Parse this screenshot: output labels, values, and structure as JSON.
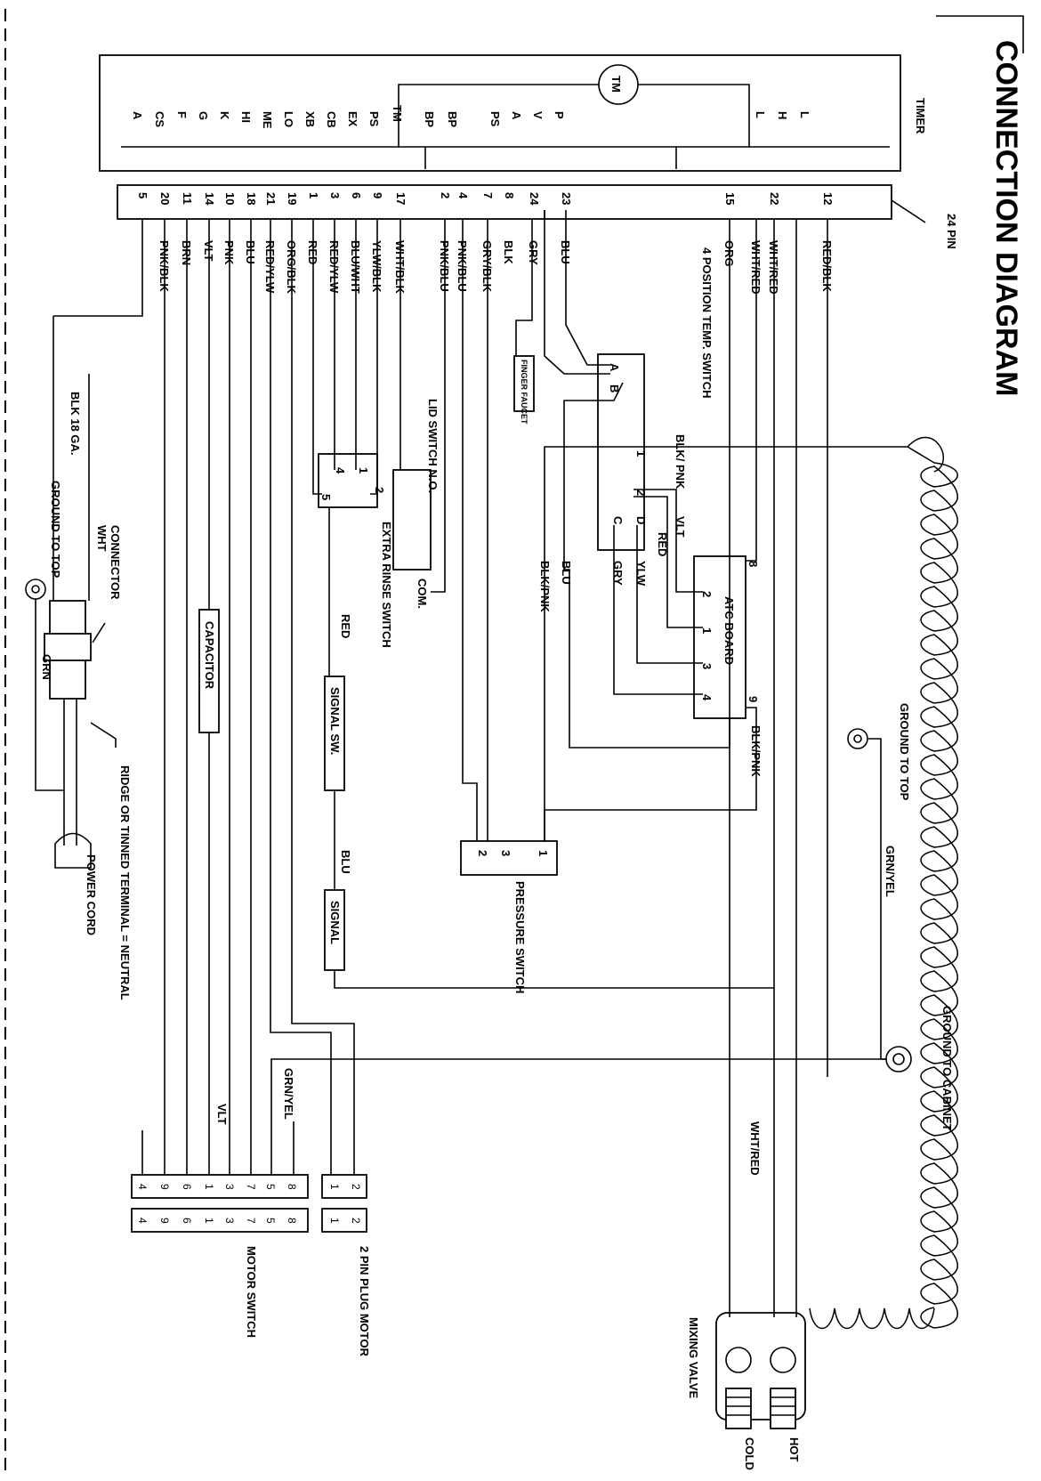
{
  "title": "CONNECTION DIAGRAM",
  "timer": {
    "label": "TIMER",
    "motor": "TM",
    "terminals_top": [
      "L",
      "H",
      "L"
    ],
    "terminals_left": [
      "A",
      "CS",
      "F",
      "G",
      "K",
      "HI",
      "ME",
      "LO",
      "XB",
      "CB",
      "EX",
      "PS",
      "TM"
    ],
    "terminals_mid": [
      "BP",
      "BP",
      "PS",
      "A",
      "V",
      "P"
    ]
  },
  "connector24": {
    "label": "24 PIN",
    "pins": [
      "5",
      "20",
      "11",
      "14",
      "10",
      "18",
      "21",
      "19",
      "1",
      "3",
      "6",
      "9",
      "17",
      "2",
      "4",
      "7",
      "8",
      "24",
      "23",
      "15",
      "22",
      "12"
    ]
  },
  "wires": {
    "harness": [
      "PNK/BLK",
      "BRN",
      "VLT",
      "PNK",
      "BLU",
      "RED/YLW",
      "ORG/BLK",
      "RED",
      "RED/YLW",
      "BLU/WHT",
      "YLW/BLK",
      "WHT/BLK",
      "PNK/BLU",
      "PNK/BLU",
      "GRY/BLK",
      "BLK",
      "GRY",
      "BLU",
      "ORG",
      "WHT/RED",
      "WHT/RED",
      "RED/BLK",
      "WHT/RED"
    ],
    "blk_pnk": "BLK/ PNK",
    "vlt": "VLT",
    "red": "RED",
    "ylw": "YLW",
    "gry": "GRY",
    "blu": "BLU",
    "blk_pnk2": "BLK/PNK",
    "blk_pnk3": "BLK/PNK",
    "red2": "RED",
    "blu2": "BLU",
    "grn_yel": "GRN/YEL",
    "grn_yel2": "GRN/YEL",
    "vlt2": "VLT",
    "wht_red": "WHT/RED",
    "wht": "WHT",
    "grn": "GRN",
    "blk18": "BLK 18 GA."
  },
  "components": {
    "temp_switch": "4 POSITION TEMP. SWITCH",
    "temp_switch_terms": [
      "A",
      "B",
      "1",
      "2",
      "C",
      "D"
    ],
    "finger_faucet": "FINGER FAUCET",
    "lid_switch": "LID SWITCH N.O.",
    "lid_com": "COM.",
    "extra_rinse": "EXTRA RINSE SWITCH",
    "extra_rinse_terms": [
      "1",
      "2",
      "4",
      "5"
    ],
    "atc_board": "ATC BOARD",
    "atc_terms": [
      "8",
      "2",
      "1",
      "3",
      "4",
      "9"
    ],
    "ground_top": "GROUND TO TOP",
    "ground_cabinet": "GROUND TO CABINET",
    "capacitor": "CAPACITOR",
    "signal_sw": "SIGNAL SW.",
    "signal": "SIGNAL",
    "pressure_switch": "PRESSURE SWITCH",
    "pressure_terms": [
      "2",
      "3",
      "1"
    ],
    "connector": "CONNECTOR",
    "ground_top2": "GROUND TO TOP",
    "power_cord": "POWER CORD",
    "ridge_note": "RIDGE OR TINNED TERMINAL = NEUTRAL",
    "motor_switch": "MOTOR SWITCH",
    "motor_switch_pins": [
      "4",
      "9",
      "6",
      "1",
      "3",
      "7",
      "5",
      "8"
    ],
    "plug_motor": "2 PIN PLUG MOTOR",
    "plug_pins": [
      "1",
      "2"
    ],
    "mixing_valve": "MIXING VALVE",
    "hot": "HOT",
    "cold": "COLD"
  }
}
